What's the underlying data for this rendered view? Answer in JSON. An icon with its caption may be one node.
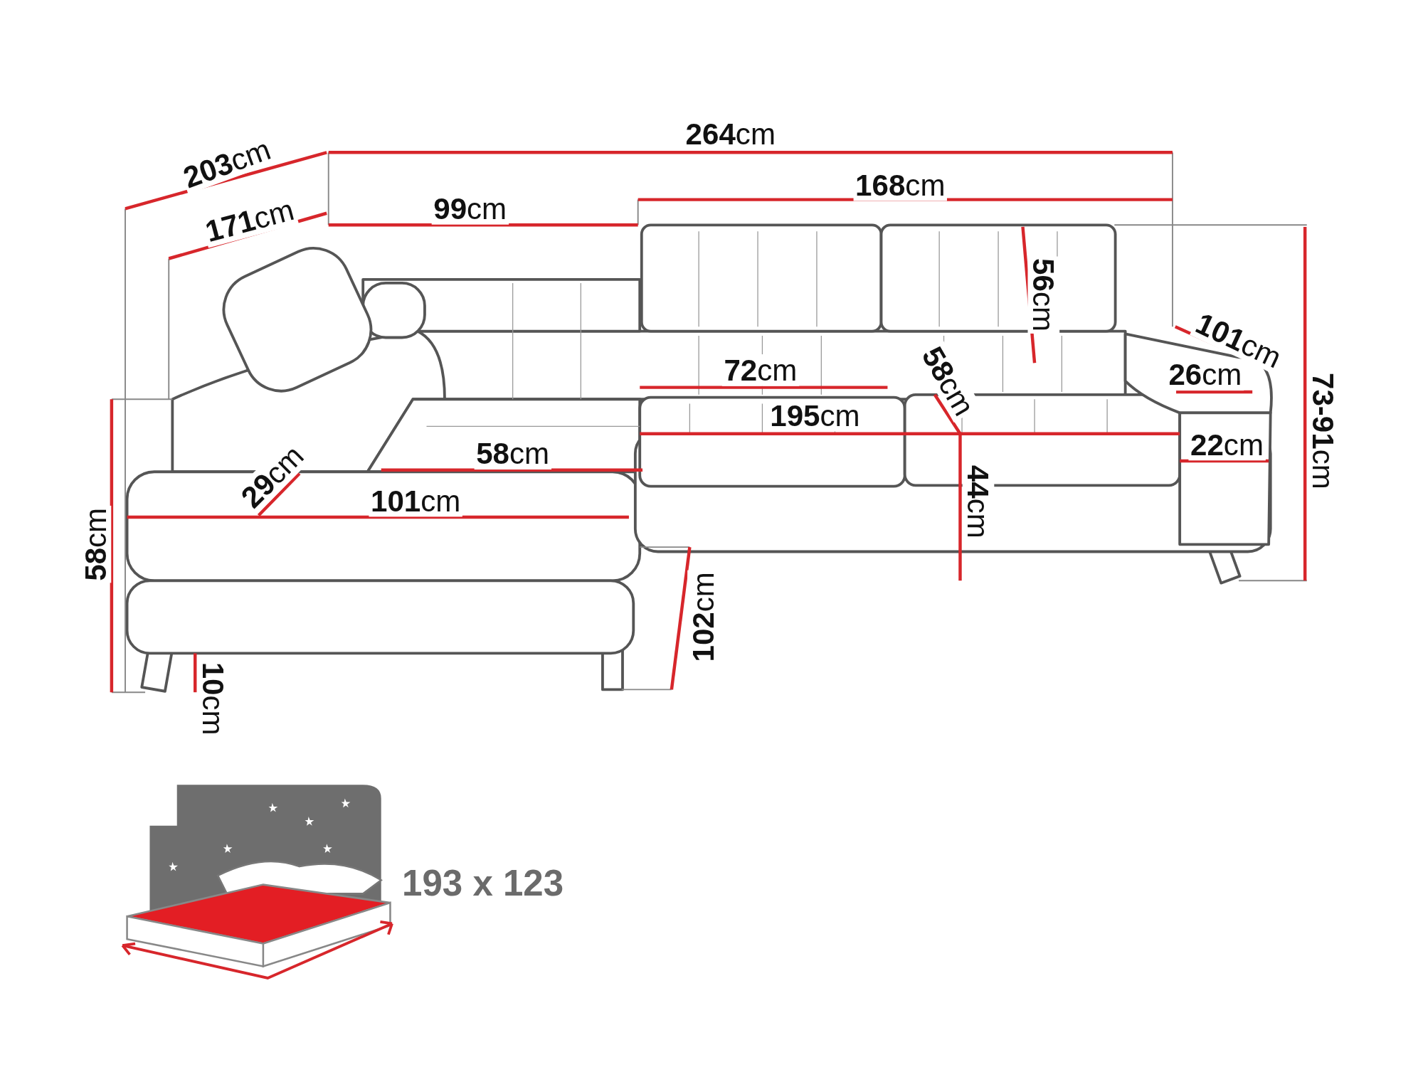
{
  "diagram": {
    "labels": [
      "**203**cm",
      "**264**cm",
      "**171**cm",
      "**99**cm",
      "**168**cm",
      "**56**cm",
      "**101**cm",
      "**72**cm",
      "**73-91**cm",
      "**58**cm",
      "**26**cm",
      "**195**cm",
      "**58**cm",
      "**22**cm",
      "**29**cm",
      "**101**cm",
      "**44**cm",
      "**58**cm",
      "**102**cm",
      "**10**cm",
      "193 x 123"
    ]
  }
}
